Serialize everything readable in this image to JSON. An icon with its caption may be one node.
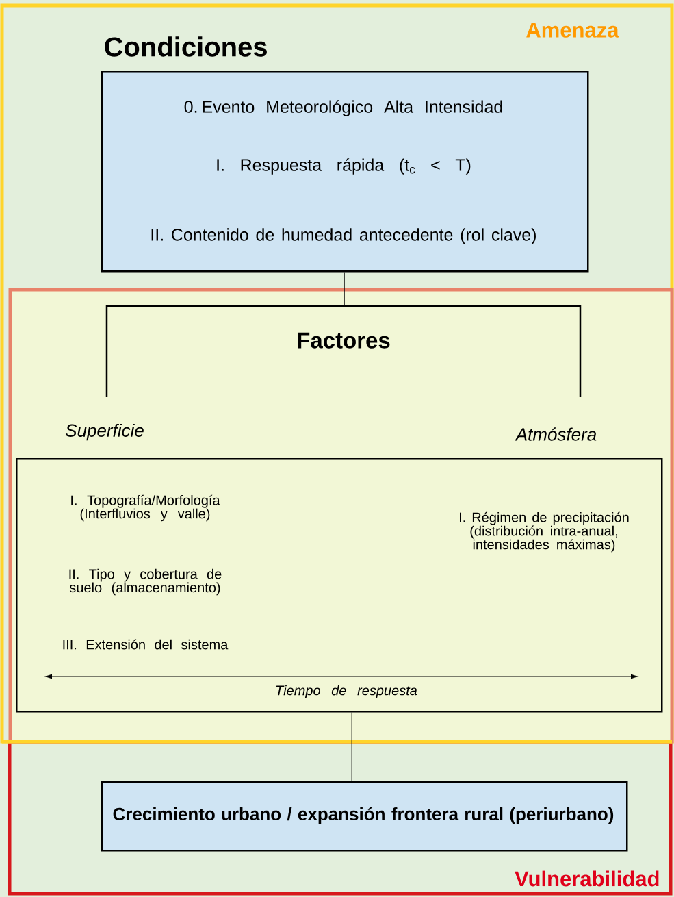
{
  "diagram": {
    "nodes": [
      {
        "text": [
          "Amenaza"
        ]
      },
      {
        "text": [
          "Vulnerabilidad"
        ]
      },
      {
        "text": [
          "Condiciones",
          "0. Evento Meteorológico Alta Intensidad",
          "I. Respuesta rápida (t$_{c}$ < T)",
          "II. Contenido de humedad antecedente (rol clave)"
        ],
        "in": 0
      },
      {
        "text": [],
        "shape": "box",
        "in": 0
      },
      {
        "text": [
          "Factores"
        ],
        "in": 3
      },
      {
        "text": [
          "I. Topografía/Morfología (Interfluvios y valle)",
          "II. Tipo y cobertura de suelo (almacenamiento)",
          "III. Extensión del sistema",
          "I. Régimen de precipitación (distribución intra-anual, intensidades máximas)",
          "Tiempo de respuesta"
        ],
        "in": 3
      },
      {
        "text": [
          "Crecimiento urbano / expansión frontera rural (periurbano)"
        ],
        "in": 1
      }
    ],
    "edges": [
      {
        "from": 2,
        "to": 4,
        "arrow": "none"
      },
      {
        "from": 5,
        "to": 6,
        "arrow": "none"
      }
    ],
    "labels": [
      "Superficie",
      "Atmósfera"
    ]
  }
}
